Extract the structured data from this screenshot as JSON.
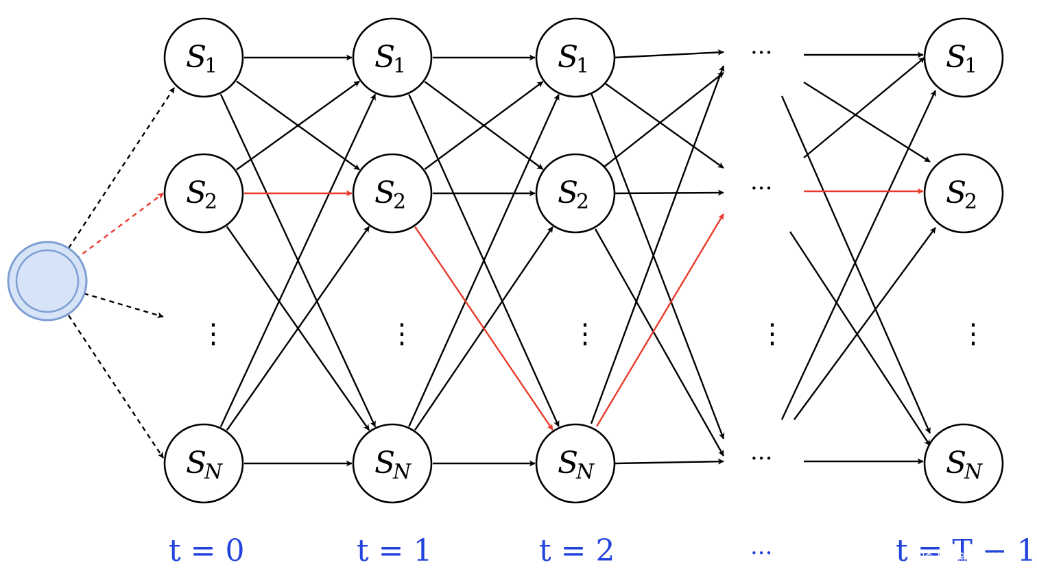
{
  "diagram": {
    "columns": [
      {
        "time_label": "t = 0",
        "nodes": [
          "S1",
          "S2",
          "SN"
        ]
      },
      {
        "time_label": "t = 1",
        "nodes": [
          "S1",
          "S2",
          "SN"
        ]
      },
      {
        "time_label": "t = 2",
        "nodes": [
          "S1",
          "S2",
          "SN"
        ]
      },
      {
        "time_label": "…",
        "nodes": [
          "…",
          "…",
          "…"
        ]
      },
      {
        "time_label": "t = T − 1",
        "nodes": [
          "S1",
          "S2",
          "SN"
        ]
      }
    ],
    "node_symbol": "S",
    "node_subscripts": [
      "1",
      "2",
      "N"
    ],
    "vertical_ellipsis": "⋮",
    "horizontal_ellipsis": "···",
    "highlighted_path": [
      "S2@t0",
      "S2@t1",
      "SN@t2",
      "S2@t3",
      "S2@tT-1"
    ],
    "colors": {
      "edge": "#000000",
      "highlight": "#e8392a",
      "time_label": "#2244dd",
      "start_fill": "#d7e4f7",
      "start_stroke": "#7e9ed4"
    },
    "watermark": "@稀土掘金技术社区"
  }
}
